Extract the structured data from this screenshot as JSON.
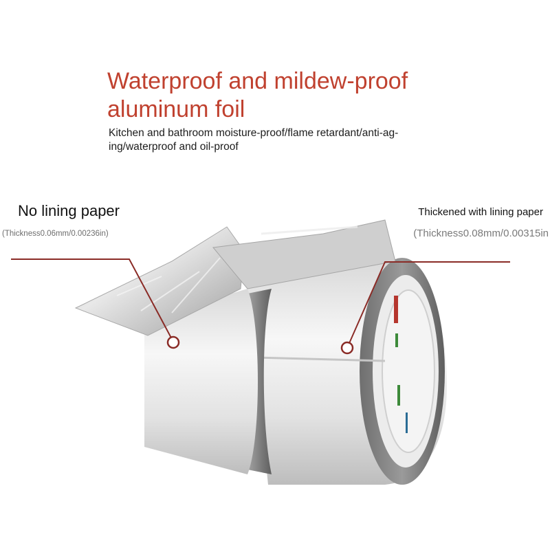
{
  "header": {
    "title_line1": "Waterproof and mildew-proof",
    "title_line2": "aluminum foil",
    "subtitle_line1": "Kitchen and bathroom moisture-proof/flame retardant/anti-ag-",
    "subtitle_line2": "ing/waterproof and oil-proof"
  },
  "callouts": {
    "left": {
      "label": "No lining paper",
      "thickness": "(Thickness0.06mm/0.00236in)"
    },
    "right": {
      "label": "Thickened with lining paper",
      "thickness": "(Thickness0.08mm/0.00315in"
    }
  },
  "colors": {
    "title": "#c0412f",
    "leader_line": "#8a2b26",
    "foil_light": "#eeeeee",
    "foil_dark": "#9a9a9a"
  }
}
